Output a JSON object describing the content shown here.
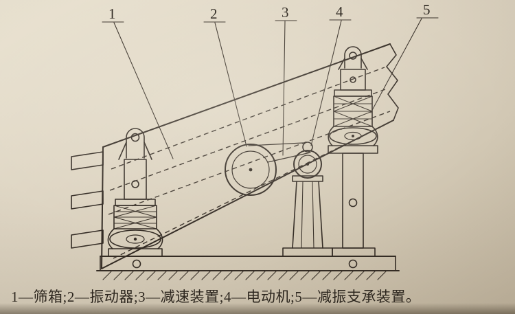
{
  "figure": {
    "type": "technical-line-drawing",
    "subject": "inclined vibrating screen machine side view",
    "callouts": [
      "1",
      "2",
      "3",
      "4",
      "5"
    ],
    "legend": [
      {
        "num": "1",
        "name": "筛箱"
      },
      {
        "num": "2",
        "name": "振动器"
      },
      {
        "num": "3",
        "name": "减速装置"
      },
      {
        "num": "4",
        "name": "电动机"
      },
      {
        "num": "5",
        "name": "减振支承装置"
      }
    ],
    "caption": "1—筛箱;2—振动器;3—减速装置;4—电动机;5—减振支承装置。",
    "colors": {
      "paper": "#ded5c3",
      "ink": "#332b24"
    }
  }
}
